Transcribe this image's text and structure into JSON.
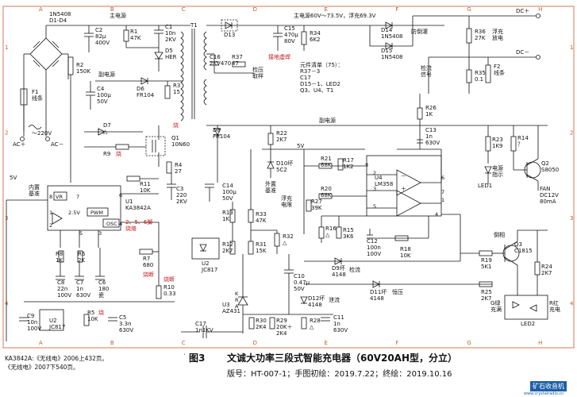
{
  "grid": {
    "cols": [
      "A",
      "B",
      "C",
      "D",
      "E",
      "F",
      "G",
      "H"
    ],
    "rows": [
      "1",
      "2",
      "3",
      "4"
    ]
  },
  "labels": {
    "bridge": "1N5408\nD1-D4",
    "c2": "C2\n82μ\n400V",
    "r1": "R1\n47K",
    "c1": "C1\n10n\n2KV",
    "d5": "D5\nHER",
    "main_supply_top": "主电源",
    "t1": "T1",
    "d13": "D13",
    "c15": "C15\n470μ\n80V",
    "r34": "R34\n6K2",
    "main_supply_right": "主电源60V～73.5V，浮充69.3V",
    "d14": "D14\n1N5408",
    "anti_reverse": "防倒灌",
    "d15": "D15\n1N5408",
    "r36": "R36\n27K",
    "float_discharge": "浮充\n放电",
    "dc_plus": "DC＋",
    "dc_minus": "DC－",
    "r2": "R2\n150K",
    "aux_supply_1": "副电源",
    "c16": "C16\n2KV470",
    "r37": "R37\n47",
    "loop_sample": "检压\n取样",
    "bad_joint": "接地虚焊",
    "parts_list": "元件清单（75）：\nR37－3\nC17\nD15－1、LED2\nQ3、U4、T1",
    "det_signal": "检流\n信号",
    "r35": "R35\n0.1",
    "f2": "F2\n线条",
    "c4": "C4\n100μ\n50V",
    "d6": "D6\nFR104",
    "r3": "R3\n15",
    "f1": "F1\n线条",
    "ac_220": "～220V",
    "ac_plus": "AC＋",
    "ac_minus": "AC－",
    "r26": "R26\n1K",
    "aux_supply_2": "副电源",
    "d7": "D7\n△",
    "q1_burn": "烧",
    "q1": "Q1\n10N60",
    "d8": "D8\nFR104",
    "r22": "R22\n2K7",
    "five_v_mid": "5V",
    "c13": "C13\n1n\n630V",
    "r23": "R23\n1K9",
    "r14": "R14\n？",
    "q2": "Q2\nS8050",
    "r9": "R9",
    "r9_burn": "烧",
    "d10": "D10坏\n5C2",
    "ext_ref": "外置\n基准",
    "r21": "R21\n68K",
    "r17": "R17\n1K2",
    "u4": "U4\nLM358",
    "power_ind": "电源\n指示",
    "led1": "LED1",
    "r4": "R4\n27",
    "five_v_left": "5V",
    "internal_ref": "内置\n基准",
    "r11": "R11\n10K",
    "c3": "C3\n220\n2KV",
    "c14": "C14\n100μ\n50V",
    "float_limit": "浮充\n电限",
    "r27": "R27\n39K",
    "r20": "R20\n68K",
    "fan": "FAN\nDC12V\n80mA",
    "u1": "U1\nKA3842A",
    "u1_burn": "2、5、6脚\n烧烙",
    "r13": "R13\n1K",
    "r33": "R33\n47K",
    "r16": "R16\n△",
    "r15": "R15\n3K6",
    "c12": "C12\n100n\n100V",
    "r18": "R18\n10K",
    "q3": "Q3\nC1815",
    "reverse_ind": "倒相",
    "r8": "R8\n1K",
    "r6": "R6\n2K",
    "r7": "R7\n680",
    "r7_burn": "烧断",
    "r12": "R12\n2K7",
    "r31": "R31\n15K",
    "r32": "R32\n△",
    "u2_top": "U2\nJC817",
    "d9": "D9坏\n4148",
    "detect_flow": "检流",
    "r19": "R19\n5K1",
    "r24": "R24\n2K7",
    "c8": "C8\n22n\n100V",
    "c7": "C7\n1n\n630V",
    "c6": "C6\n180\n瓷",
    "r10": "R10\n0.33",
    "r10_burn": "烧断",
    "c10": "C10\n0.47μ\n50V",
    "d11": "D11坏\n4148",
    "const_v": "恒压",
    "r25": "R25\n2K7",
    "u3": "U3\nAZ431",
    "d12": "D12坏\n4148",
    "vent": "泄流",
    "g_green": "G绿\n充满",
    "r_red": "R红\n充电",
    "c9": "C9\n10n\n100V",
    "u2_bot": "U2\nJC817",
    "r5": "R5\n10K",
    "r5_burn": "烧",
    "c5": "C5\n3.3n\n630V",
    "c17": "C17\n1n1KV",
    "r30": "R30\n2K4",
    "r29": "R29\n20K＋\n2K4",
    "r28": "R28\n△",
    "c11": "C11\n1n\n630V",
    "led2": "LED2",
    "vr": "VR",
    "pwm": "PWM",
    "osc": "OSC",
    "v25": "2.5V",
    "ka_label": "K\nR\nA",
    "pin_labels": [
      "8",
      "7",
      "1",
      "6",
      "2",
      "5",
      "3",
      "4",
      "6",
      "7",
      "5",
      "1",
      "2",
      "3",
      "8",
      "4"
    ],
    "wires_minus": "－",
    "wires_plus": "＋"
  },
  "footer": {
    "ref_left": "KA3842A:《无线电》2006上432页。\n《无线电》2007下540页。",
    "fig": "图3",
    "title": "文诚大功率三段式智能充电器（60V20AH型，分立）",
    "edition": "版号：HT-007-1；手图初绘：2019.7.22；终绘：2019.10.16",
    "brand": "矿石收音机",
    "brand_url": "www.crystalradio.cn"
  }
}
